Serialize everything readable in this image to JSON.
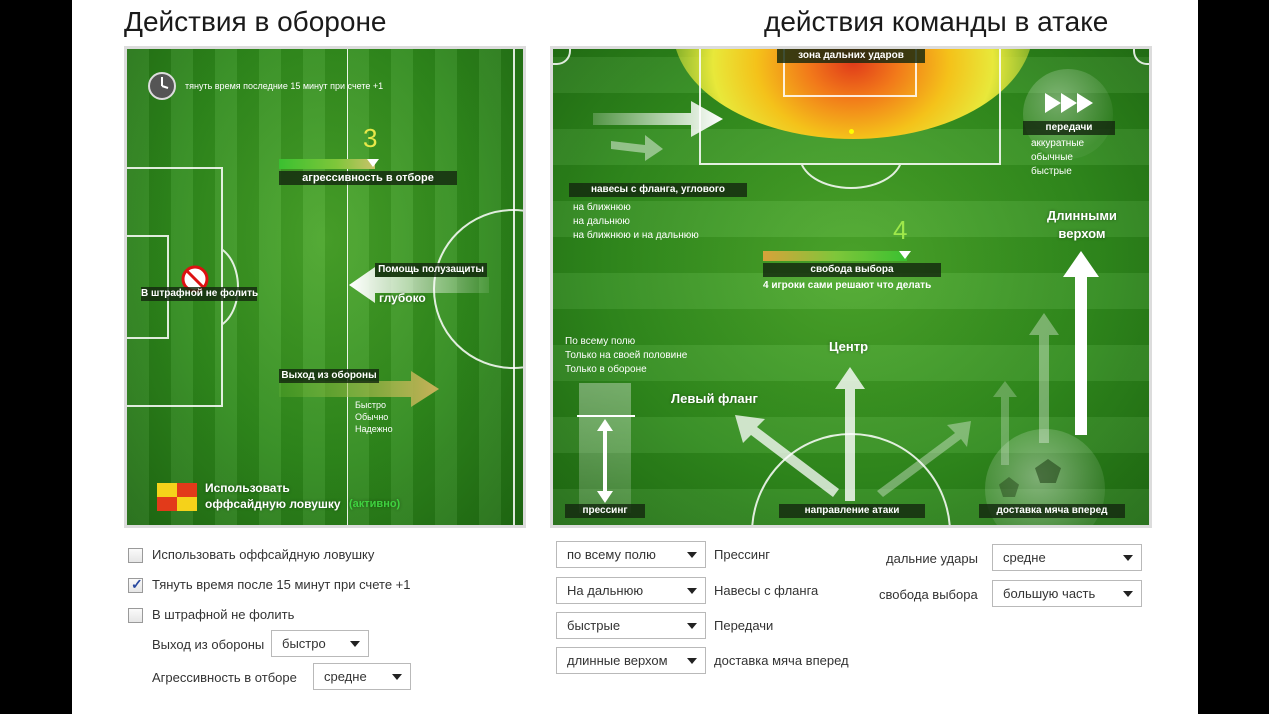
{
  "left_title": "Действия в обороне",
  "right_title": "действия команды в атаке",
  "defense_panel": {
    "time_wasting": "тянуть время последние 15 минут при счете +1",
    "aggression_value": "3",
    "aggression_label": "агрессивность в отборе",
    "no_foul_label": "В штрафной не фолить",
    "halfback_help_label": "Помощь полузащиты",
    "halfback_help_value": "глубоко",
    "exit_label": "Выход из обороны",
    "exit_options": [
      "Быстро",
      "Обычно",
      "Надежно"
    ],
    "offside_line1": "Использовать",
    "offside_line2": "оффсайдную ловушку",
    "offside_status": "(активно)"
  },
  "attack_panel": {
    "long_shots_zone": "зона дальних ударов",
    "passes_label": "передачи",
    "passes_options": [
      "аккуратные",
      "обычные",
      "быстрые"
    ],
    "crosses_label": "навесы с фланга, углового",
    "crosses_options": [
      "на ближнюю",
      "на дальнюю",
      "на ближнюю и на дальнюю"
    ],
    "long_high_line1": "Длинными",
    "long_high_line2": "верхом",
    "freedom_value": "4",
    "freedom_label": "свобода выбора",
    "freedom_desc": "4 игроки сами решают что делать",
    "pressing_options": [
      "По всему полю",
      "Только на своей половине",
      "Только в обороне"
    ],
    "center_label": "Центр",
    "left_flank_label": "Левый фланг",
    "pressing_label": "прессинг",
    "attack_direction_label": "направление атаки",
    "ball_delivery_label": "доставка мяча вперед"
  },
  "defense_controls": {
    "offside_trap": {
      "label": "Использовать оффсайдную ловушку",
      "checked": false
    },
    "time_wasting": {
      "label": "Тянуть время после 15 минут при счете +1",
      "checked": true
    },
    "no_foul": {
      "label": "В штрафной не фолить",
      "checked": false
    },
    "exit_label": "Выход из обороны",
    "exit_value": "быстро",
    "aggression_label": "Агрессивность в отборе",
    "aggression_value": "средне"
  },
  "attack_controls": {
    "pressing": {
      "value": "по всему полю",
      "label": "Прессинг"
    },
    "crosses": {
      "value": "На дальнюю",
      "label": "Навесы с фланга"
    },
    "passes": {
      "value": "быстрые",
      "label": "Передачи"
    },
    "delivery": {
      "value": "длинные верхом",
      "label": "доставка мяча вперед"
    },
    "long_shots": {
      "label": "дальние удары",
      "value": "средне"
    },
    "freedom": {
      "label": "свобода выбора",
      "value": "большую часть"
    }
  },
  "colors": {
    "pitch_green": "#2f8a1c",
    "offside_active": "#3fd23f",
    "number_yellow": "#e8e84a"
  }
}
